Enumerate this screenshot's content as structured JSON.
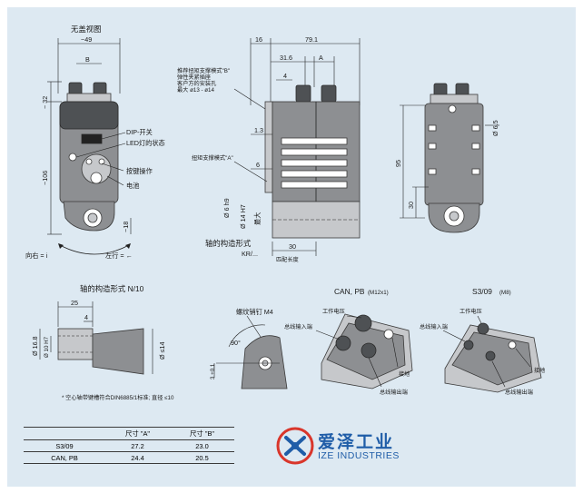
{
  "top_left": {
    "title": "无盖视图",
    "dim_width": "~49",
    "dim_b": "B",
    "dim_32": "~ 32",
    "dim_106": "~106",
    "dim_18": "~18",
    "callout_dip": "DIP-开关",
    "callout_led": "LED灯的状态",
    "callout_key": "按键操作",
    "callout_battery": "电池",
    "rotate_right": "向右 = i",
    "rotate_left": "左行 = ←"
  },
  "top_center": {
    "dim_16": "16",
    "dim_791": "79.1",
    "dim_316": "31.6",
    "dim_a": "A",
    "dim_4": "4",
    "dim_13": "1.3",
    "dim_6": "6",
    "dim_6h9": "Ø 6 h9",
    "dim_14h7": "Ø 14 H7",
    "dim_30": "30",
    "note_line1": "推荐扭矩支撑模式\"B\"",
    "note_line2": "弹性夹紧插座",
    "note_line3": "客户方的安装孔",
    "note_line4": "最大 ø13 - ø14",
    "torque_a": "扭矩支撑模式\"A\"",
    "shaft_form_label": "轴的构造形式",
    "shaft_form_kr": "KR/...",
    "max_label": "最大",
    "mating_length": "匹配长度"
  },
  "top_right": {
    "dim_65": "Ø 6.5",
    "dim_95": "95",
    "dim_30": "30"
  },
  "bottom_left": {
    "title": "轴的构造形式 N/10",
    "dim_25": "25",
    "dim_4": "4",
    "dim_168": "Ø 16.8",
    "dim_10h7": "Ø 10 H7",
    "dim_14": "Ø ≤14",
    "note": "* 空心轴带键槽符合DIN6885/1标准; 直径 ≤10"
  },
  "bottom_mid": {
    "screw_label": "螺纹销钉 M4",
    "angle": "90°",
    "dim_3": "3 +0.1"
  },
  "connectors": {
    "can_title": "CAN, PB",
    "can_sub": "(M12x1)",
    "s3_title": "S3/09",
    "s3_sub": "(M8)",
    "supply_voltage": "工作电压",
    "bus_in": "总线输入端",
    "ground": "接地",
    "bus_out": "总线输出端"
  },
  "table": {
    "headers": [
      "",
      "尺寸 \"A\"",
      "尺寸 \"B\""
    ],
    "rows": [
      [
        "S3/09",
        "27.2",
        "23.0"
      ],
      [
        "CAN, PB",
        "24.4",
        "20.5"
      ]
    ]
  },
  "logo": {
    "cn": "爱泽工业",
    "en": "IZE INDUSTRIES"
  },
  "colors": {
    "background": "#dde9f2",
    "logo_blue": "#1f5da8",
    "logo_red": "#d9362b"
  }
}
